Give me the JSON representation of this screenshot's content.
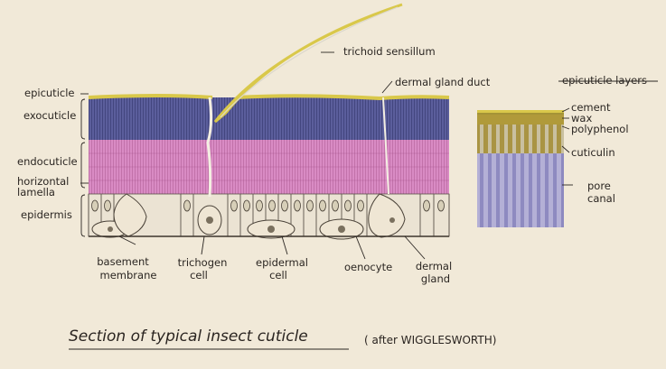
{
  "labels": {
    "trichoid_sensillum": "trichoid sensillum",
    "dermal_gland_duct": "dermal gland duct",
    "epicuticle": "epicuticle",
    "exocuticle": "exocuticle",
    "endocuticle": "endocuticle",
    "horizontal_lamella": [
      "horizontal",
      "lamella"
    ],
    "epidermis": "epidermis",
    "basement_membrane": [
      "basement",
      "membrane"
    ],
    "trichogen_cell": [
      "trichogen",
      "cell"
    ],
    "epidermal_cell": [
      "epidermal",
      "cell"
    ],
    "oenocyte": "oenocyte",
    "dermal_gland": [
      "dermal",
      "gland"
    ]
  },
  "epicuticle_panel": {
    "heading": "epicuticle layers",
    "cement": "cement",
    "wax": "wax",
    "polyphenol": "polyphenol",
    "cuticulin": "cuticulin",
    "pore_canal": [
      "pore",
      "canal"
    ]
  },
  "caption": {
    "title": "Section of typical insect cuticle",
    "credit": "( after WIGGLESWORTH)"
  },
  "colors": {
    "background": "#f1e9d8",
    "epicuticle": "#d9c84a",
    "exocuticle": "#5b5e9c",
    "endocuticle": "#d98bc4",
    "epidermis": "#e8e0d0",
    "polyphenol": "#9c8a3c",
    "pore_canal": "#9a96c8",
    "ink": "#2b2622"
  }
}
